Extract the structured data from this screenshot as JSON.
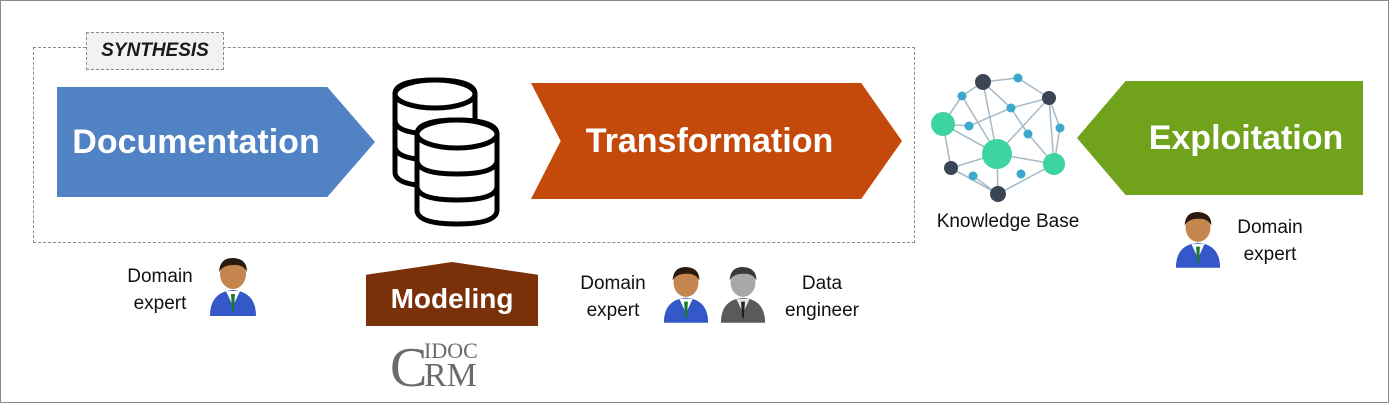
{
  "synthesis": {
    "label": "SYNTHESIS"
  },
  "steps": {
    "documentation": {
      "label": "Documentation",
      "color": "#5182c3"
    },
    "transformation": {
      "label": "Transformation",
      "color": "#c34a0b"
    },
    "exploitation": {
      "label": "Exploitation",
      "color": "#70a21c"
    }
  },
  "modeling": {
    "label": "Modeling",
    "color": "#7a3008"
  },
  "knowledge_base": {
    "label": "Knowledge Base"
  },
  "actors": {
    "documentation_actor": {
      "line1": "Domain",
      "line2": "expert"
    },
    "transformation_actor_1": {
      "line1": "Domain",
      "line2": "expert"
    },
    "transformation_actor_2": {
      "line1": "Data",
      "line2": "engineer"
    },
    "exploitation_actor": {
      "line1": "Domain",
      "line2": "expert"
    }
  },
  "cidoc_logo": {
    "small": "IDOC",
    "big_c": "C",
    "big_rm": "RM"
  }
}
